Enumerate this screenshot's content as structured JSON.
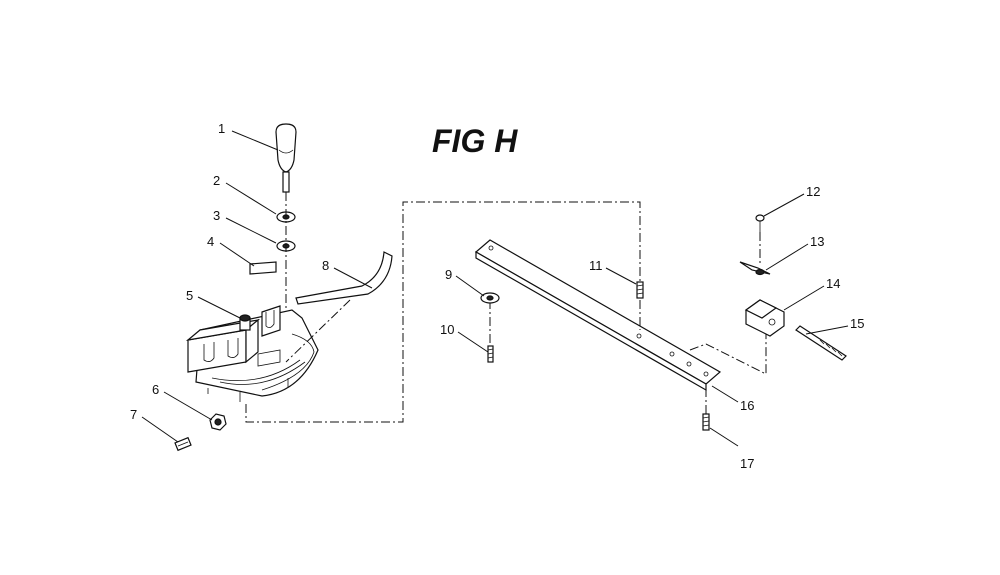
{
  "figure": {
    "title": "FIG H"
  },
  "callouts": [
    {
      "id": "1",
      "text": "1"
    },
    {
      "id": "2",
      "text": "2"
    },
    {
      "id": "3",
      "text": "3"
    },
    {
      "id": "4",
      "text": "4"
    },
    {
      "id": "5",
      "text": "5"
    },
    {
      "id": "6",
      "text": "6"
    },
    {
      "id": "7",
      "text": "7"
    },
    {
      "id": "8",
      "text": "8"
    },
    {
      "id": "9",
      "text": "9"
    },
    {
      "id": "10",
      "text": "10"
    },
    {
      "id": "11",
      "text": "11"
    },
    {
      "id": "12",
      "text": "12"
    },
    {
      "id": "13",
      "text": "13"
    },
    {
      "id": "14",
      "text": "14"
    },
    {
      "id": "15",
      "text": "15"
    },
    {
      "id": "16",
      "text": "16"
    },
    {
      "id": "17",
      "text": "17"
    }
  ]
}
